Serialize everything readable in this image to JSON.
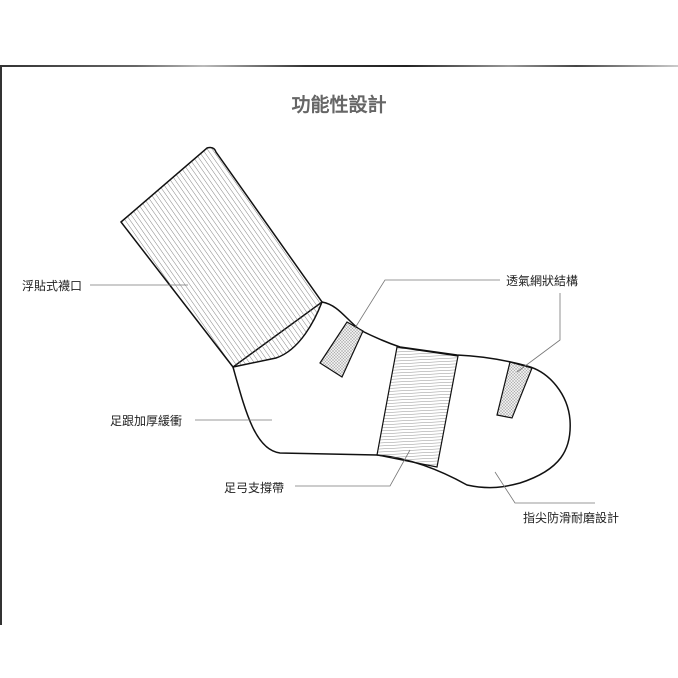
{
  "title": "功能性設計",
  "labels": {
    "cuff": "浮貼式襪口",
    "mesh": "透氣網狀結構",
    "heel": "足跟加厚緩衝",
    "arch": "足弓支撐帶",
    "toe": "指尖防滑耐磨設計"
  }
}
